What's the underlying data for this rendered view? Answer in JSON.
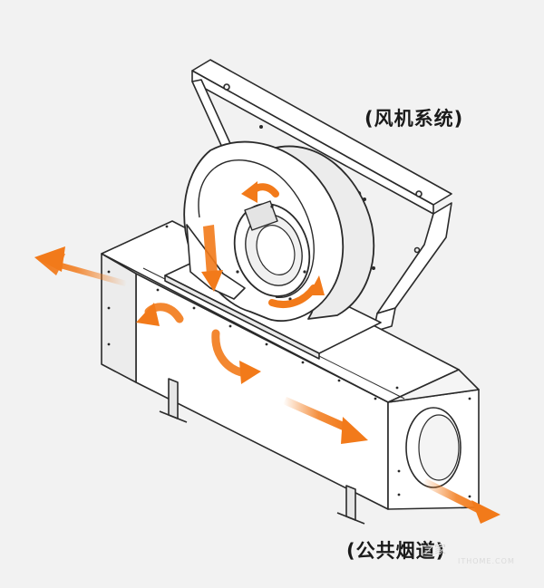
{
  "labels": {
    "fan_system": "(风机系统)",
    "public_flue": "(公共烟道)"
  },
  "watermark": {
    "text": "之家",
    "sub": "ITHOME.COM"
  },
  "colors": {
    "background": "#f2f2f2",
    "line": "#2a2a2a",
    "metal": "#ffffff",
    "metal_shade": "#e6e6e6",
    "arrow": "#f27a1a"
  }
}
